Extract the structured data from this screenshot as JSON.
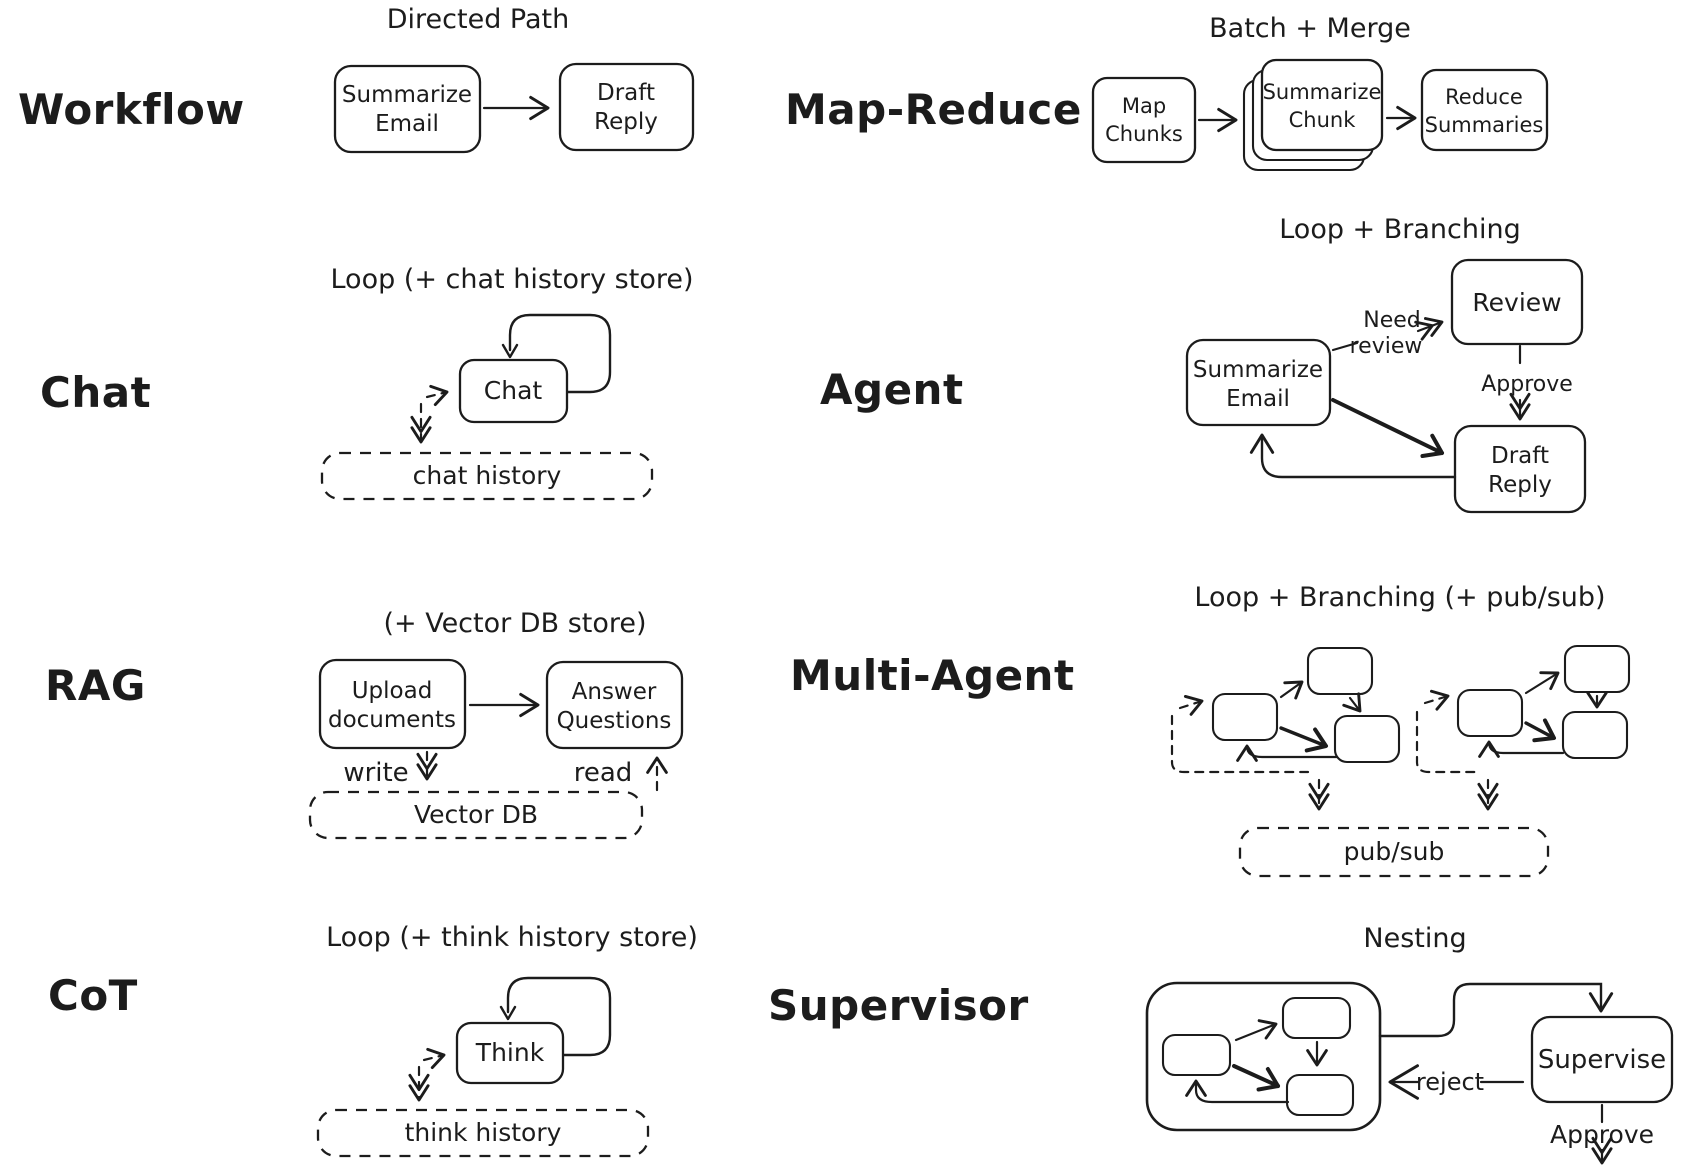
{
  "sections": {
    "workflow": {
      "label": "Workflow",
      "title": "Directed Path",
      "node_summarize_1": "Summarize",
      "node_summarize_2": "Email",
      "node_draft_1": "Draft",
      "node_draft_2": "Reply"
    },
    "map_reduce": {
      "label": "Map-Reduce",
      "title": "Batch + Merge",
      "node_map_1": "Map",
      "node_map_2": "Chunks",
      "node_chunk_1": "Summarize",
      "node_chunk_2": "Chunk",
      "node_reduce_1": "Reduce",
      "node_reduce_2": "Summaries"
    },
    "chat": {
      "label": "Chat",
      "title": "Loop (+ chat history store)",
      "node_chat": "Chat",
      "store": "chat history"
    },
    "agent": {
      "label": "Agent",
      "title": "Loop + Branching",
      "node_summarize_1": "Summarize",
      "node_summarize_2": "Email",
      "node_review": "Review",
      "node_draft_1": "Draft",
      "node_draft_2": "Reply",
      "edge_need_review_1": "Need",
      "edge_need_review_2": "review",
      "edge_approve": "Approve"
    },
    "rag": {
      "label": "RAG",
      "title": "(+ Vector DB store)",
      "node_upload_1": "Upload",
      "node_upload_2": "documents",
      "node_answer_1": "Answer",
      "node_answer_2": "Questions",
      "edge_write": "write",
      "edge_read": "read",
      "store": "Vector DB"
    },
    "multi_agent": {
      "label": "Multi-Agent",
      "title": "Loop + Branching (+ pub/sub)",
      "store": "pub/sub"
    },
    "cot": {
      "label": "CoT",
      "title": "Loop (+ think history store)",
      "node_think": "Think",
      "store": "think history"
    },
    "supervisor": {
      "label": "Supervisor",
      "title": "Nesting",
      "node_supervise": "Supervise",
      "edge_reject": "reject",
      "edge_approve": "Approve"
    }
  },
  "colors": {
    "ink": "#1c1c1c",
    "background": "#ffffff"
  }
}
